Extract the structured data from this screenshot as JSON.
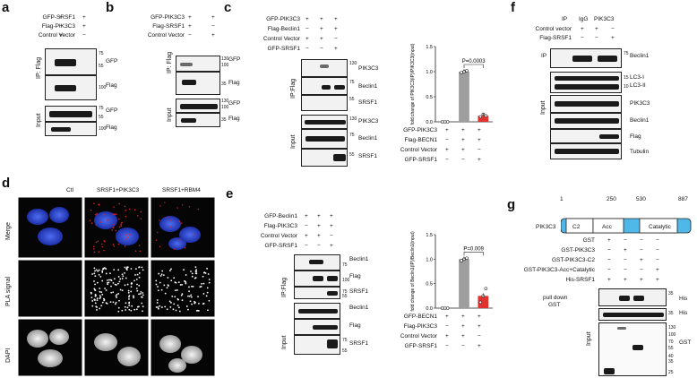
{
  "panels": {
    "a": {
      "letter": "a",
      "rows": [
        {
          "label": "GFP-SRSF1",
          "signs": [
            "+",
            "+"
          ]
        },
        {
          "label": "Flag-PIK3C3",
          "signs": [
            "+",
            "−"
          ]
        },
        {
          "label": "Control Vector",
          "signs": [
            "−",
            "+"
          ]
        }
      ],
      "ip_label": "IP: Flag",
      "input_label": "Input",
      "blots": [
        "GFP",
        "Flag",
        "GFP",
        "Flag"
      ],
      "markers": [
        "75",
        "55",
        "100",
        "75",
        "55",
        "100"
      ]
    },
    "b": {
      "letter": "b",
      "rows": [
        {
          "label": "GFP-PIK3C3",
          "signs": [
            "+",
            "+"
          ]
        },
        {
          "label": "Flag-SRSF1",
          "signs": [
            "+",
            "−"
          ]
        },
        {
          "label": "Control Vector",
          "signs": [
            "−",
            "+"
          ]
        }
      ],
      "ip_label": "IP: Flag",
      "input_label": "Input",
      "blots": [
        "GFP",
        "Flag",
        "GFP",
        "Flag"
      ],
      "markers": [
        "130",
        "100",
        "35",
        "130",
        "100",
        "35"
      ]
    },
    "c": {
      "letter": "c",
      "rows": [
        {
          "label": "GFP-PIK3C3",
          "signs": [
            "+",
            "+",
            "+"
          ]
        },
        {
          "label": "Flag-Beclin1",
          "signs": [
            "−",
            "+",
            "+"
          ]
        },
        {
          "label": "Control Vector",
          "signs": [
            "+",
            "+",
            "−"
          ]
        },
        {
          "label": "GFP-SRSF1",
          "signs": [
            "−",
            "−",
            "+"
          ]
        }
      ],
      "ip_label": "IP:Flag",
      "input_label": "Input",
      "blots": [
        "PIK3C3",
        "Beclin1",
        "SRSF1",
        "PIK3C3",
        "Beclin1",
        "SRSF1"
      ],
      "markers": [
        "130",
        "75",
        "55",
        "130",
        "75",
        "55"
      ],
      "chart_rows": [
        {
          "label": "GFP-PIK3C3",
          "signs": [
            "+",
            "+",
            "+"
          ]
        },
        {
          "label": "Flag-BECN1",
          "signs": [
            "−",
            "+",
            "+"
          ]
        },
        {
          "label": "Control Vector",
          "signs": [
            "+",
            "+",
            "−"
          ]
        },
        {
          "label": "GFP-SRSF1",
          "signs": [
            "−",
            "−",
            "+"
          ]
        }
      ]
    },
    "d": {
      "letter": "d",
      "columns": [
        "Ctl",
        "SRSF1+PIK3C3",
        "SRSF1+RBM4"
      ],
      "rows": [
        "Merge",
        "PLA signal",
        "DAPI"
      ]
    },
    "e": {
      "letter": "e",
      "rows": [
        {
          "label": "GFP-Beclin1",
          "signs": [
            "+",
            "+",
            "+"
          ]
        },
        {
          "label": "Flag-PIK3C3",
          "signs": [
            "−",
            "+",
            "+"
          ]
        },
        {
          "label": "Control Vector",
          "signs": [
            "+",
            "+",
            "−"
          ]
        },
        {
          "label": "GFP-SRSF1",
          "signs": [
            "−",
            "−",
            "+"
          ]
        }
      ],
      "ip_label": "IP:Flag",
      "input_label": "Input",
      "blots": [
        "Beclin1",
        "Flag",
        "SRSF1",
        "Beclin1",
        "Flag",
        "SRSF1"
      ],
      "markers": [
        "75",
        "100",
        "75",
        "55",
        "75",
        "55"
      ],
      "chart_rows": [
        {
          "label": "GFP-BECN1",
          "signs": [
            "+",
            "+",
            "+"
          ]
        },
        {
          "label": "Flag-PIK3C3",
          "signs": [
            "−",
            "+",
            "+"
          ]
        },
        {
          "label": "Control Vector",
          "signs": [
            "+",
            "+",
            "−"
          ]
        },
        {
          "label": "GFP-SRSF1",
          "signs": [
            "−",
            "−",
            "+"
          ]
        }
      ]
    },
    "f": {
      "letter": "f",
      "ip_row": {
        "label": "IP",
        "cols": [
          "IgG",
          "PIK3C3"
        ]
      },
      "rows": [
        {
          "label": "Control vector",
          "signs": [
            "+",
            "+",
            "−"
          ]
        },
        {
          "label": "Flag-SRSF1",
          "signs": [
            "−",
            "−",
            "+"
          ]
        }
      ],
      "ip_label": "IP",
      "input_label": "Input",
      "blots": [
        "Beclin1",
        "LC3-I",
        "LC3-II",
        "PIK3C3",
        "Beclin1",
        "Flag",
        "Tubulin"
      ],
      "markers": [
        "75",
        "15",
        "10"
      ]
    },
    "g": {
      "letter": "g",
      "protein": "PIK3C3",
      "positions": [
        "1",
        "250",
        "530",
        "887"
      ],
      "domains": [
        "C2",
        "Acc",
        "Catalytic"
      ],
      "rows": [
        {
          "label": "GST",
          "signs": [
            "+",
            "−",
            "−",
            "−"
          ]
        },
        {
          "label": "GST-PIK3C3",
          "signs": [
            "−",
            "+",
            "−",
            "−"
          ]
        },
        {
          "label": "GST-PIK3C3-C2",
          "signs": [
            "−",
            "−",
            "+",
            "−"
          ]
        },
        {
          "label": "GST-PIK3C3-Acc+Catalytic",
          "signs": [
            "−",
            "−",
            "−",
            "+"
          ]
        },
        {
          "label": "His-SRSF1",
          "signs": [
            "+",
            "+",
            "+",
            "+"
          ]
        }
      ],
      "pull_down": "pull down",
      "pull_down_2": "GST",
      "input_label": "Input",
      "blots": [
        "His",
        "His",
        "GST"
      ],
      "markers": [
        "35",
        "35",
        "130",
        "100",
        "70",
        "55",
        "40",
        "35",
        "25"
      ]
    }
  },
  "chart_data": [
    {
      "type": "bar",
      "panel": "c",
      "ylabel": "fold change of PIK3C3(IP)/PIK3C3(input)",
      "categories": [
        "1",
        "2",
        "3"
      ],
      "values": [
        0.0,
        1.0,
        0.12
      ],
      "points": [
        [
          0.0,
          0.0,
          0.0
        ],
        [
          0.98,
          1.0,
          1.02
        ],
        [
          0.1,
          0.15,
          0.12
        ]
      ],
      "colors": [
        "#9e9e9e",
        "#9e9e9e",
        "#e0332f"
      ],
      "ylim": [
        0,
        1.5
      ],
      "yticks": [
        "0.0",
        "0.5",
        "1.0",
        "1.5"
      ],
      "annotation": "P=0.0003"
    },
    {
      "type": "bar",
      "panel": "e",
      "ylabel": "fold change of Beclin1(IP)/Beclin1(input)",
      "categories": [
        "1",
        "2",
        "3"
      ],
      "values": [
        0.0,
        1.0,
        0.25
      ],
      "points": [
        [
          0.0,
          0.0,
          0.0
        ],
        [
          0.97,
          1.0,
          1.02
        ],
        [
          0.12,
          0.25,
          0.4
        ]
      ],
      "colors": [
        "#9e9e9e",
        "#9e9e9e",
        "#e0332f"
      ],
      "ylim": [
        0,
        1.5
      ],
      "yticks": [
        "0.0",
        "0.5",
        "1.0",
        "1.5"
      ],
      "annotation": "P=0.009"
    }
  ]
}
